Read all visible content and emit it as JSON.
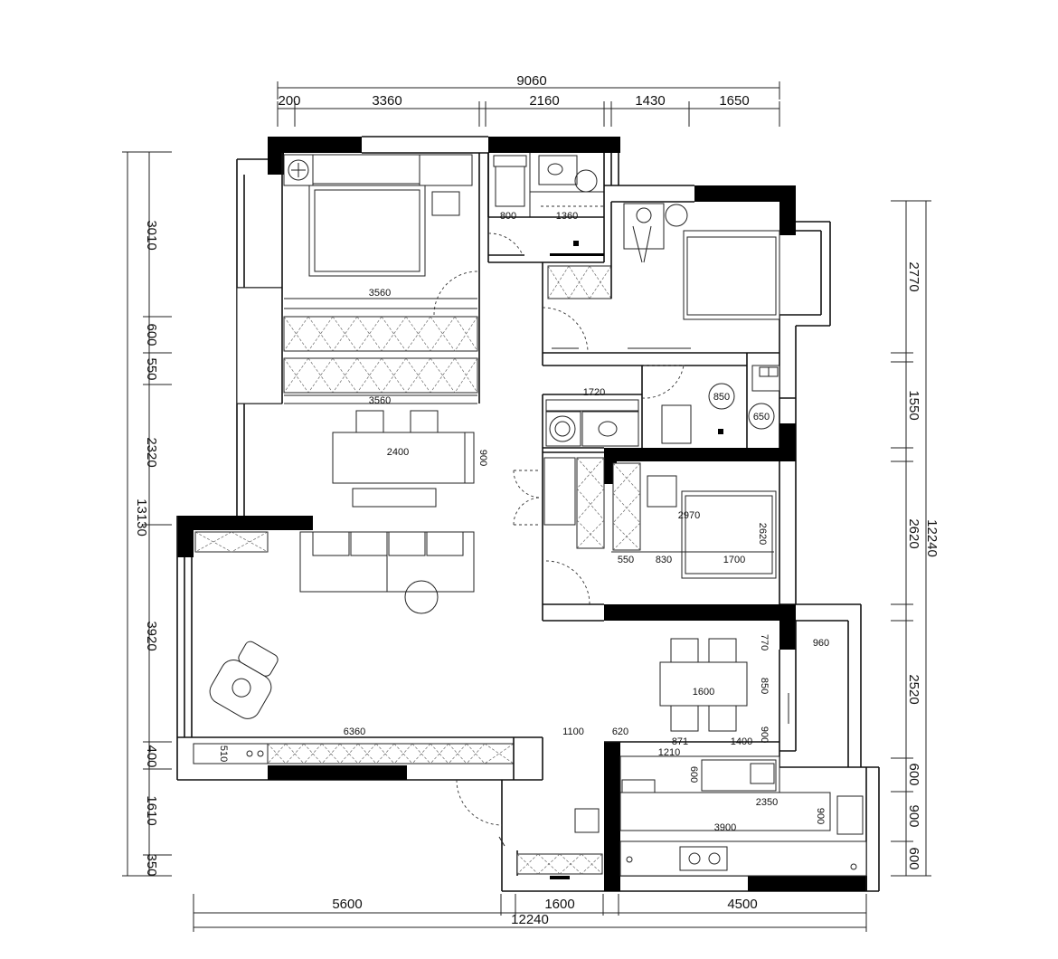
{
  "top_dims": {
    "total": "9060",
    "seg1": "200",
    "seg2": "3360",
    "seg3": "2160",
    "seg4": "1430",
    "seg5": "1650"
  },
  "left_dims": {
    "total": "13130",
    "d1": "3010",
    "d2": "600",
    "d3": "550",
    "d4": "2320",
    "d5": "3920",
    "d6": "400",
    "d7": "1610",
    "d8": "350"
  },
  "right_dims": {
    "total": "12240",
    "d1": "2770",
    "d2": "1550",
    "d3": "2620",
    "d4": "2520",
    "d5": "600",
    "d6": "900",
    "d7": "600"
  },
  "bottom_dims": {
    "total": "12240",
    "d1": "5600",
    "d2": "1600",
    "d3": "4500"
  },
  "interior_labels": {
    "wardrobe_top": "3560",
    "wardrobe_bottom": "3560",
    "dining_table": "2400",
    "dining_depth": "900",
    "bath1_a": "800",
    "bath1_b": "1360",
    "laundry": "1720",
    "bath2_a": "850",
    "bath2_b": "650",
    "bed3_width": "2970",
    "bed3_depth": "2620",
    "bed3_a": "550",
    "bed3_b": "830",
    "bed3_c": "1700",
    "table_len": "1600",
    "v770": "770",
    "v850": "850",
    "v900": "900",
    "balcony": "960",
    "cab_6360": "6360",
    "k1100": "1100",
    "k620": "620",
    "k871": "871",
    "k1400": "1400",
    "k1210": "1210",
    "k600": "600",
    "k2350": "2350",
    "k3900": "3900",
    "k900": "900",
    "cab_510": "510"
  }
}
